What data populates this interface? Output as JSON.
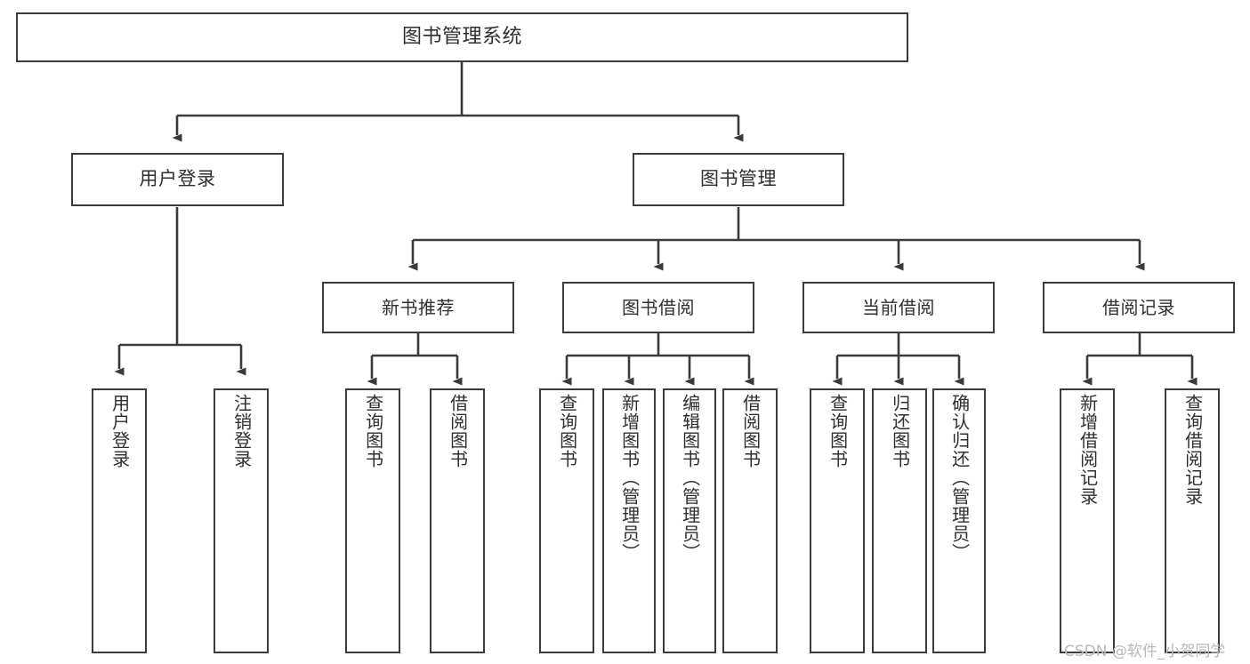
{
  "diagram": {
    "type": "tree",
    "title": "图书管理系统",
    "stroke_color": "#3b3b3b",
    "fill_color": "#ffffff",
    "text_color": "#2f2f2f",
    "nodes": {
      "root": {
        "label": "图书管理系统"
      },
      "level1": [
        {
          "id": "user-login",
          "label": "用户登录"
        },
        {
          "id": "book-manage",
          "label": "图书管理"
        }
      ],
      "level2": [
        {
          "id": "new-book-rec",
          "label": "新书推荐"
        },
        {
          "id": "book-borrow",
          "label": "图书借阅"
        },
        {
          "id": "current-borrow",
          "label": "当前借阅"
        },
        {
          "id": "borrow-record",
          "label": "借阅记录"
        }
      ],
      "leaves": {
        "user-login": [
          {
            "id": "leaf-user-login",
            "label": "用户登录"
          },
          {
            "id": "leaf-logout",
            "label": "注销登录"
          }
        ],
        "new-book-rec": [
          {
            "id": "leaf-query-book-1",
            "label": "查询图书"
          },
          {
            "id": "leaf-borrow-book-1",
            "label": "借阅图书"
          }
        ],
        "book-borrow": [
          {
            "id": "leaf-query-book-2",
            "label": "查询图书"
          },
          {
            "id": "leaf-add-book",
            "label": "新增图书（管理员）"
          },
          {
            "id": "leaf-edit-book",
            "label": "编辑图书（管理员）"
          },
          {
            "id": "leaf-borrow-book-2",
            "label": "借阅图书"
          }
        ],
        "current-borrow": [
          {
            "id": "leaf-query-book-3",
            "label": "查询图书"
          },
          {
            "id": "leaf-return-book",
            "label": "归还图书"
          },
          {
            "id": "leaf-confirm-return",
            "label": "确认归还（管理员）"
          }
        ],
        "borrow-record": [
          {
            "id": "leaf-add-record",
            "label": "新增借阅记录"
          },
          {
            "id": "leaf-query-record",
            "label": "查询借阅记录"
          }
        ]
      }
    }
  },
  "watermark": {
    "text": "CSDN @软件_小贺同学"
  }
}
